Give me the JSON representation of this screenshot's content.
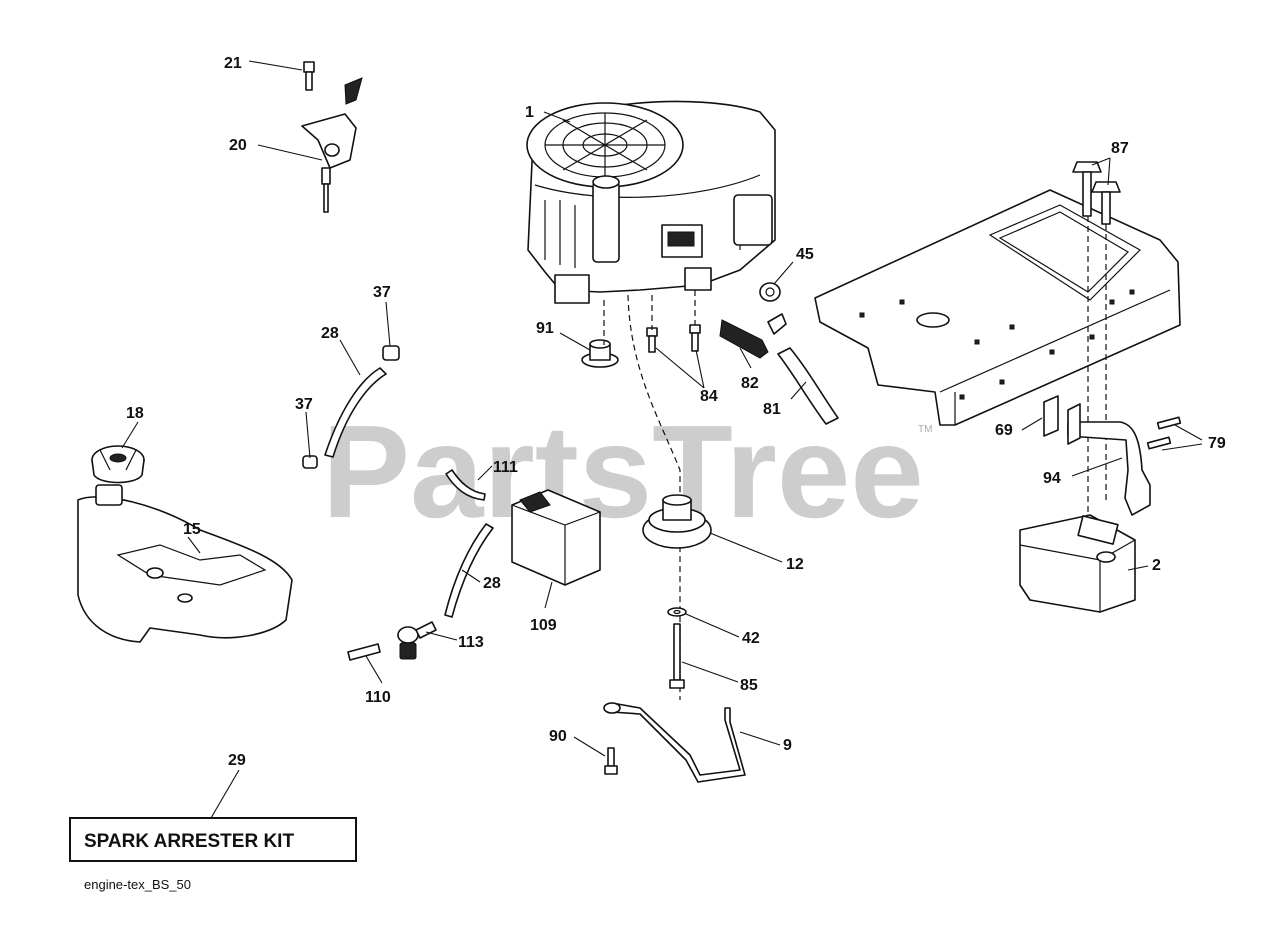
{
  "watermark": "PartsTree",
  "trademark": "TM",
  "kit_label": "SPARK ARRESTER KIT",
  "footer_code": "engine-tex_BS_50",
  "callouts": [
    "1",
    "2",
    "9",
    "12",
    "15",
    "18",
    "20",
    "21",
    "28",
    "28",
    "29",
    "37",
    "37",
    "42",
    "45",
    "69",
    "79",
    "81",
    "82",
    "84",
    "85",
    "87",
    "90",
    "91",
    "94",
    "109",
    "110",
    "111",
    "113"
  ]
}
